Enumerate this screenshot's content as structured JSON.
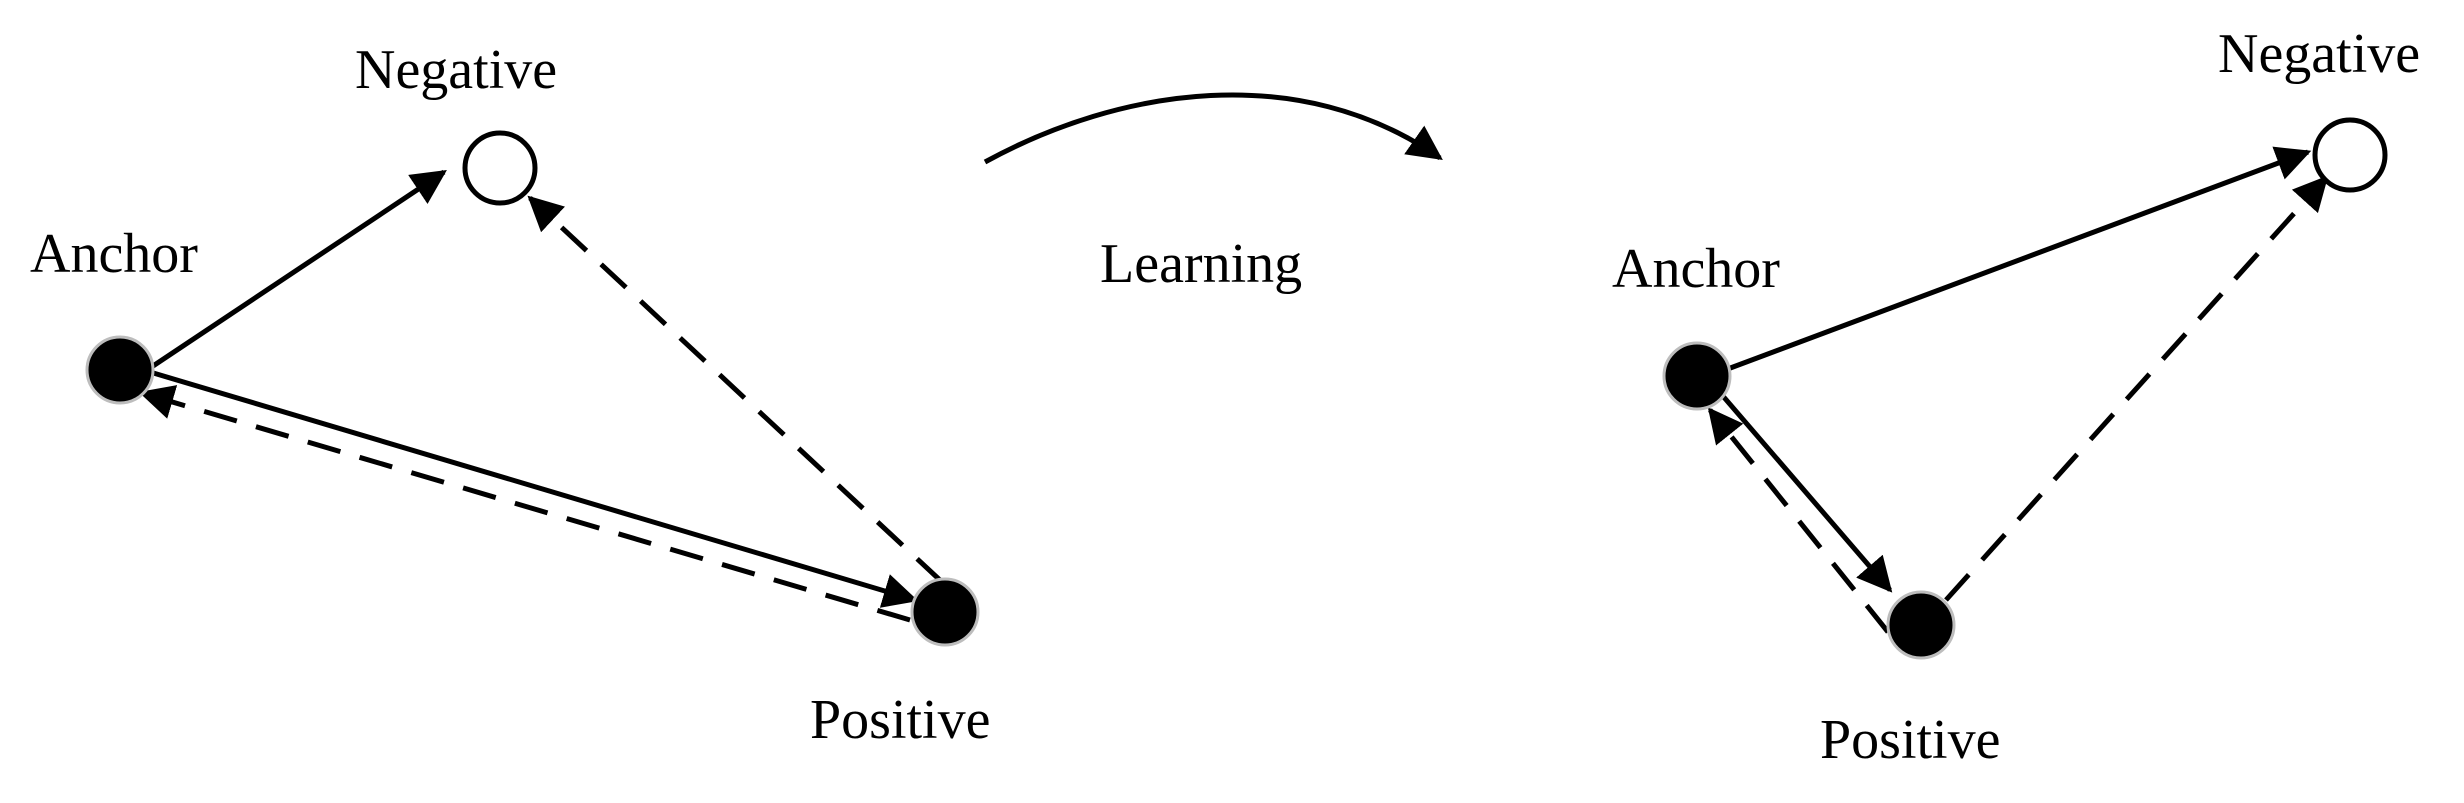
{
  "before": {
    "anchor_label": "Anchor",
    "negative_label": "Negative",
    "positive_label": "Positive"
  },
  "transition": {
    "label": "Learning"
  },
  "after": {
    "anchor_label": "Anchor",
    "negative_label": "Negative",
    "positive_label": "Positive"
  },
  "colors": {
    "stroke": "#000000",
    "filled_node": "#000000",
    "open_node_fill": "#ffffff"
  }
}
